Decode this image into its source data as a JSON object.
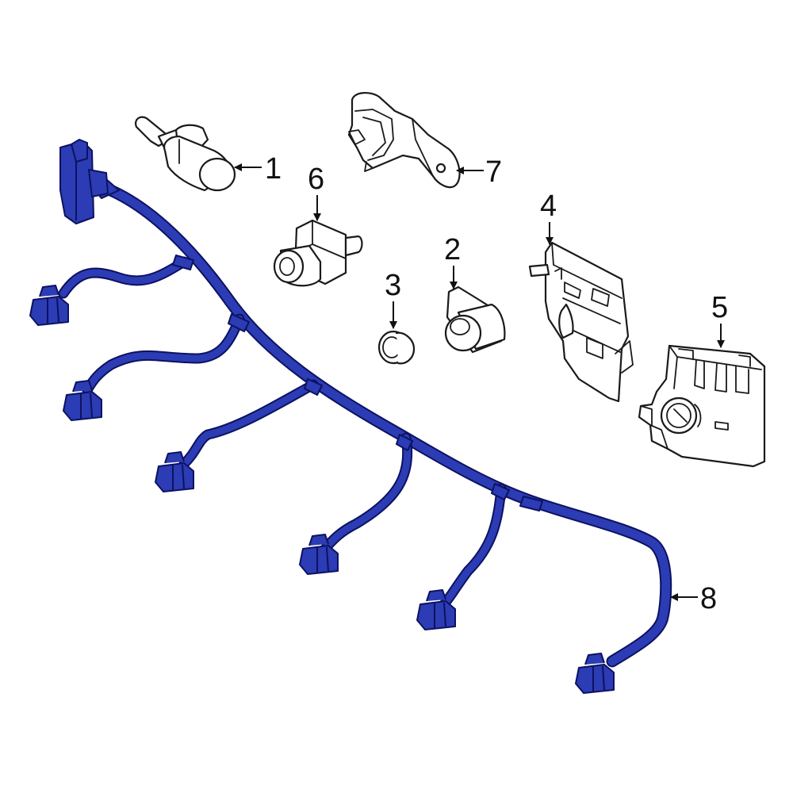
{
  "callouts": {
    "c1": "1",
    "c2": "2",
    "c3": "3",
    "c4": "4",
    "c5": "5",
    "c6": "6",
    "c7": "7",
    "c8": "8"
  },
  "colors": {
    "harness_fill": "#2b3cb4",
    "harness_outline": "#0d1260",
    "line": "#1a1a1a",
    "background": "#ffffff"
  }
}
